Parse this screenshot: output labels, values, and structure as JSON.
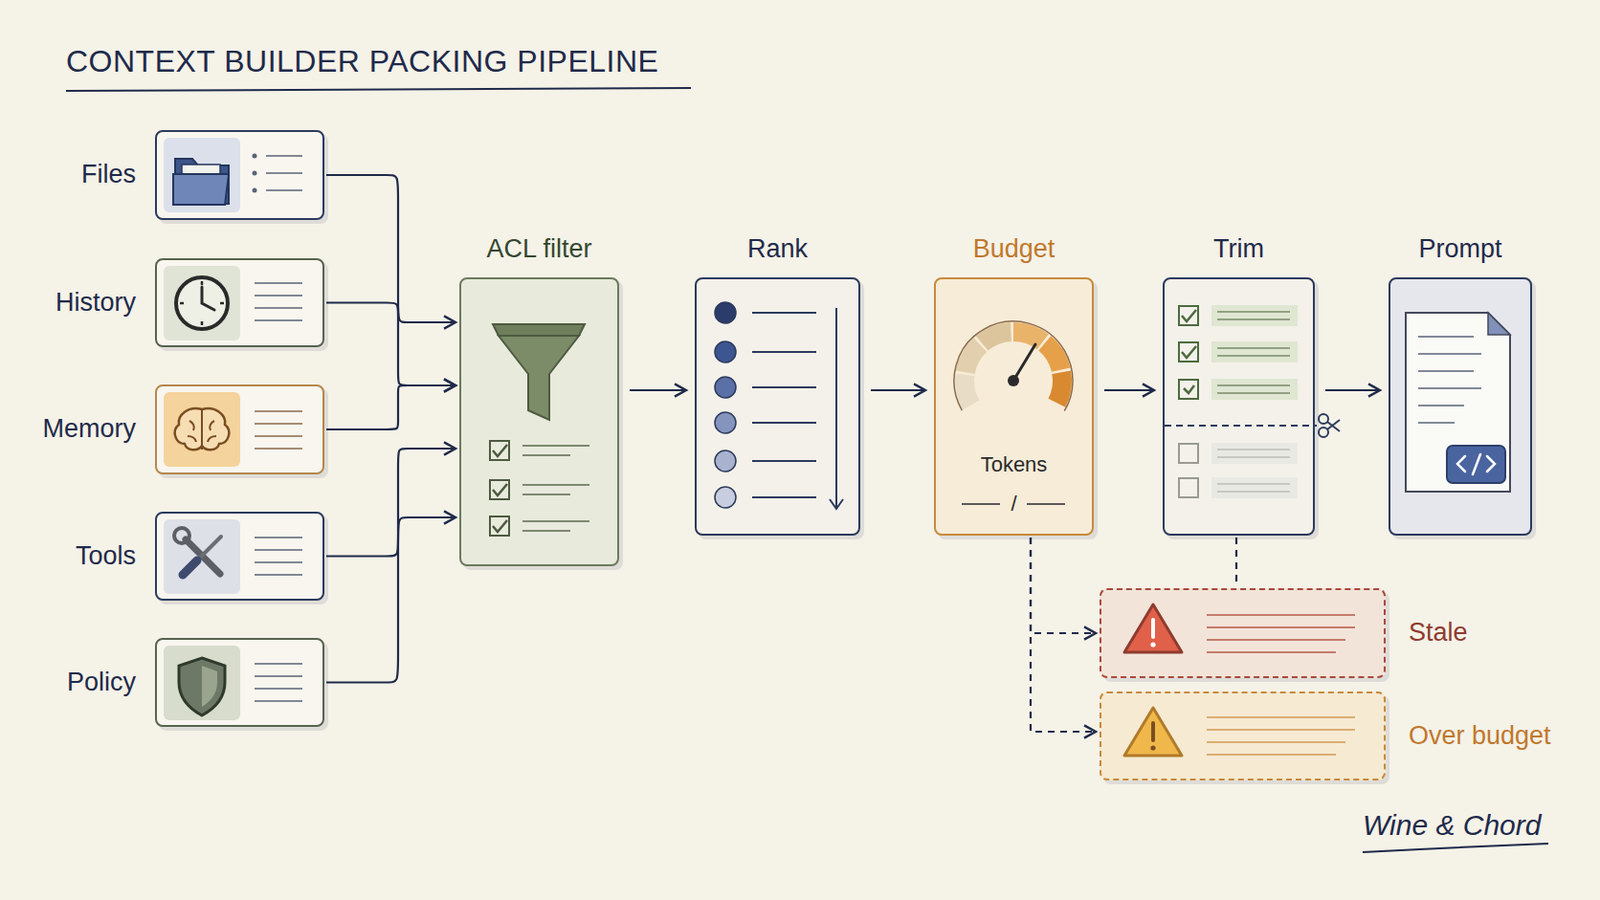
{
  "diagram": {
    "title": "CONTEXT BUILDER PACKING PIPELINE",
    "nodes": [
      {
        "text": [
          "Files"
        ]
      },
      {
        "text": [
          "History"
        ]
      },
      {
        "text": [
          "Memory"
        ]
      },
      {
        "text": [
          "Tools"
        ]
      },
      {
        "text": [
          "Policy"
        ]
      },
      {
        "text": [
          "ACL filter"
        ]
      },
      {
        "text": [
          "Rank"
        ]
      },
      {
        "text": [
          "Budget",
          "Tokens",
          "/"
        ]
      },
      {
        "text": [
          "Trim"
        ]
      },
      {
        "text": [
          "Prompt"
        ]
      },
      {
        "text": [
          "Stale"
        ]
      },
      {
        "text": [
          "Over budget"
        ]
      }
    ],
    "edges": [
      {
        "from": 0,
        "to": 5,
        "arrow": "to"
      },
      {
        "from": 1,
        "to": 5,
        "arrow": "to"
      },
      {
        "from": 2,
        "to": 5,
        "arrow": "to"
      },
      {
        "from": 3,
        "to": 5,
        "arrow": "to"
      },
      {
        "from": 4,
        "to": 5,
        "arrow": "to"
      },
      {
        "from": 5,
        "to": 6,
        "arrow": "to"
      },
      {
        "from": 6,
        "to": 7,
        "arrow": "to"
      },
      {
        "from": 7,
        "to": 8,
        "arrow": "to"
      },
      {
        "from": 8,
        "to": 9,
        "arrow": "to"
      },
      {
        "from": 7,
        "to": 10,
        "arrow": "to"
      },
      {
        "from": 7,
        "to": 11,
        "arrow": "to"
      },
      {
        "from": 8,
        "to": 10,
        "arrow": "none"
      }
    ],
    "labels": [
      "Wine & Chord"
    ]
  }
}
